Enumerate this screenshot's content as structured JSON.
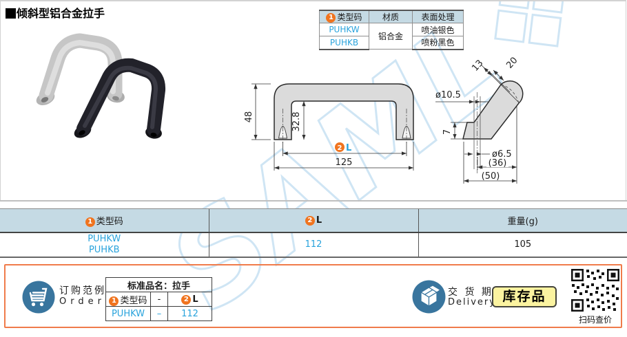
{
  "title": {
    "text": "倾斜型铝合金拉手"
  },
  "watermark": {
    "text": "SAML",
    "logo_glyph": "❖"
  },
  "spec_table": {
    "header_code_badge": "1",
    "header_code": "类型码",
    "header_material": "材质",
    "header_finish": "表面处理",
    "material": "铝合金",
    "rows": [
      {
        "code": "PUHKW",
        "finish": "喷油银色"
      },
      {
        "code": "PUHKB",
        "finish": "喷粉黑色"
      }
    ]
  },
  "front_view": {
    "dim_height": "48",
    "dim_inner_height": "32.8",
    "dim_center_badge": "2",
    "dim_center_label": "L",
    "dim_overall": "125"
  },
  "side_view": {
    "dim_top_thickness": "13",
    "dim_dome": "20",
    "dim_hole_large": "ø10.5",
    "dim_step": "7",
    "dim_hole_small": "ø6.5",
    "dim_inner": "(36)",
    "dim_outer": "(50)"
  },
  "main_table": {
    "header_code_badge": "1",
    "header_code": "类型码",
    "header_l_badge": "2",
    "header_l": "L",
    "header_weight": "重量(g)",
    "row": {
      "code_line1": "PUHKW",
      "code_line2": "PUHKB",
      "l": "112",
      "weight": "105"
    }
  },
  "order": {
    "label_cn": "订购范例",
    "label_en": "Order",
    "table_header": "标准品名：拉手",
    "col1_badge": "1",
    "col1_label": "类型码",
    "header_dash": "-",
    "col3_badge": "2",
    "col3_label": "L",
    "value_code": "PUHKW",
    "value_dash": "–",
    "value_l": "112"
  },
  "delivery": {
    "label_cn": "交 货 期",
    "label_en": "Delivery",
    "badge": "库存品"
  },
  "qr": {
    "caption": "扫码查价"
  }
}
